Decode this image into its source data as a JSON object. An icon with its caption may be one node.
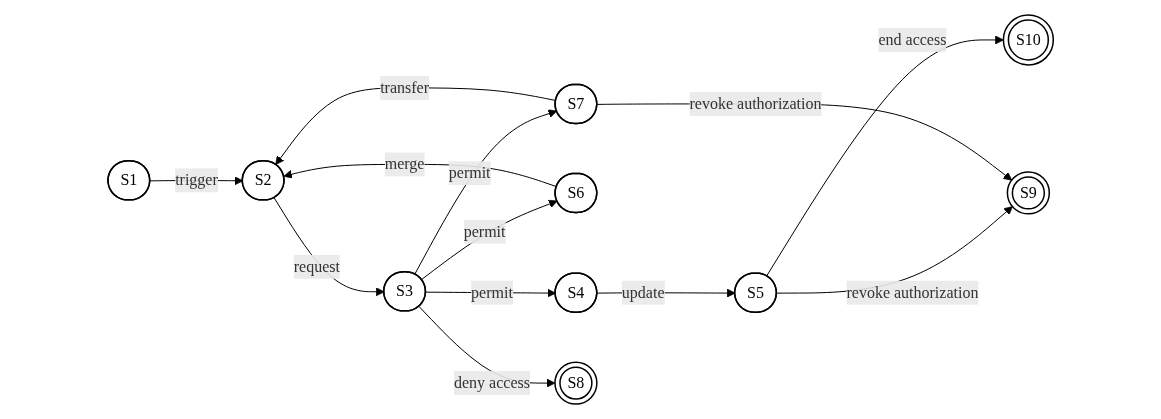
{
  "diagram": {
    "nodes": [
      {
        "text": [
          "S1"
        ]
      },
      {
        "text": [
          "S2"
        ]
      },
      {
        "text": [
          "S3"
        ]
      },
      {
        "text": [
          "S4"
        ]
      },
      {
        "text": [
          "S5"
        ]
      },
      {
        "text": [
          "S6"
        ]
      },
      {
        "text": [
          "S7"
        ]
      },
      {
        "text": [
          "S8"
        ]
      },
      {
        "text": [
          "S9"
        ]
      },
      {
        "text": [
          "S10"
        ]
      }
    ],
    "edges": [
      {
        "from": 0,
        "to": 1,
        "arrow": "to",
        "label": "trigger"
      },
      {
        "from": 5,
        "to": 1,
        "arrow": "to",
        "label": "merge"
      },
      {
        "from": 6,
        "to": 1,
        "arrow": "to",
        "label": "transfer"
      },
      {
        "from": 1,
        "to": 2,
        "arrow": "to",
        "label": "request"
      },
      {
        "from": 2,
        "to": 5,
        "arrow": "to",
        "label": "permit"
      },
      {
        "from": 2,
        "to": 6,
        "arrow": "to",
        "label": "permit"
      },
      {
        "from": 2,
        "to": 7,
        "arrow": "to",
        "label": "deny access"
      },
      {
        "from": 2,
        "to": 3,
        "arrow": "to",
        "label": "permit"
      },
      {
        "from": 3,
        "to": 4,
        "arrow": "to",
        "label": "update"
      },
      {
        "from": 4,
        "to": 9,
        "arrow": "to",
        "label": "end access"
      },
      {
        "from": 4,
        "to": 8,
        "arrow": "to",
        "label": "revoke authorization"
      },
      {
        "from": 6,
        "to": 8,
        "arrow": "to",
        "label": "revoke authorization"
      }
    ]
  }
}
